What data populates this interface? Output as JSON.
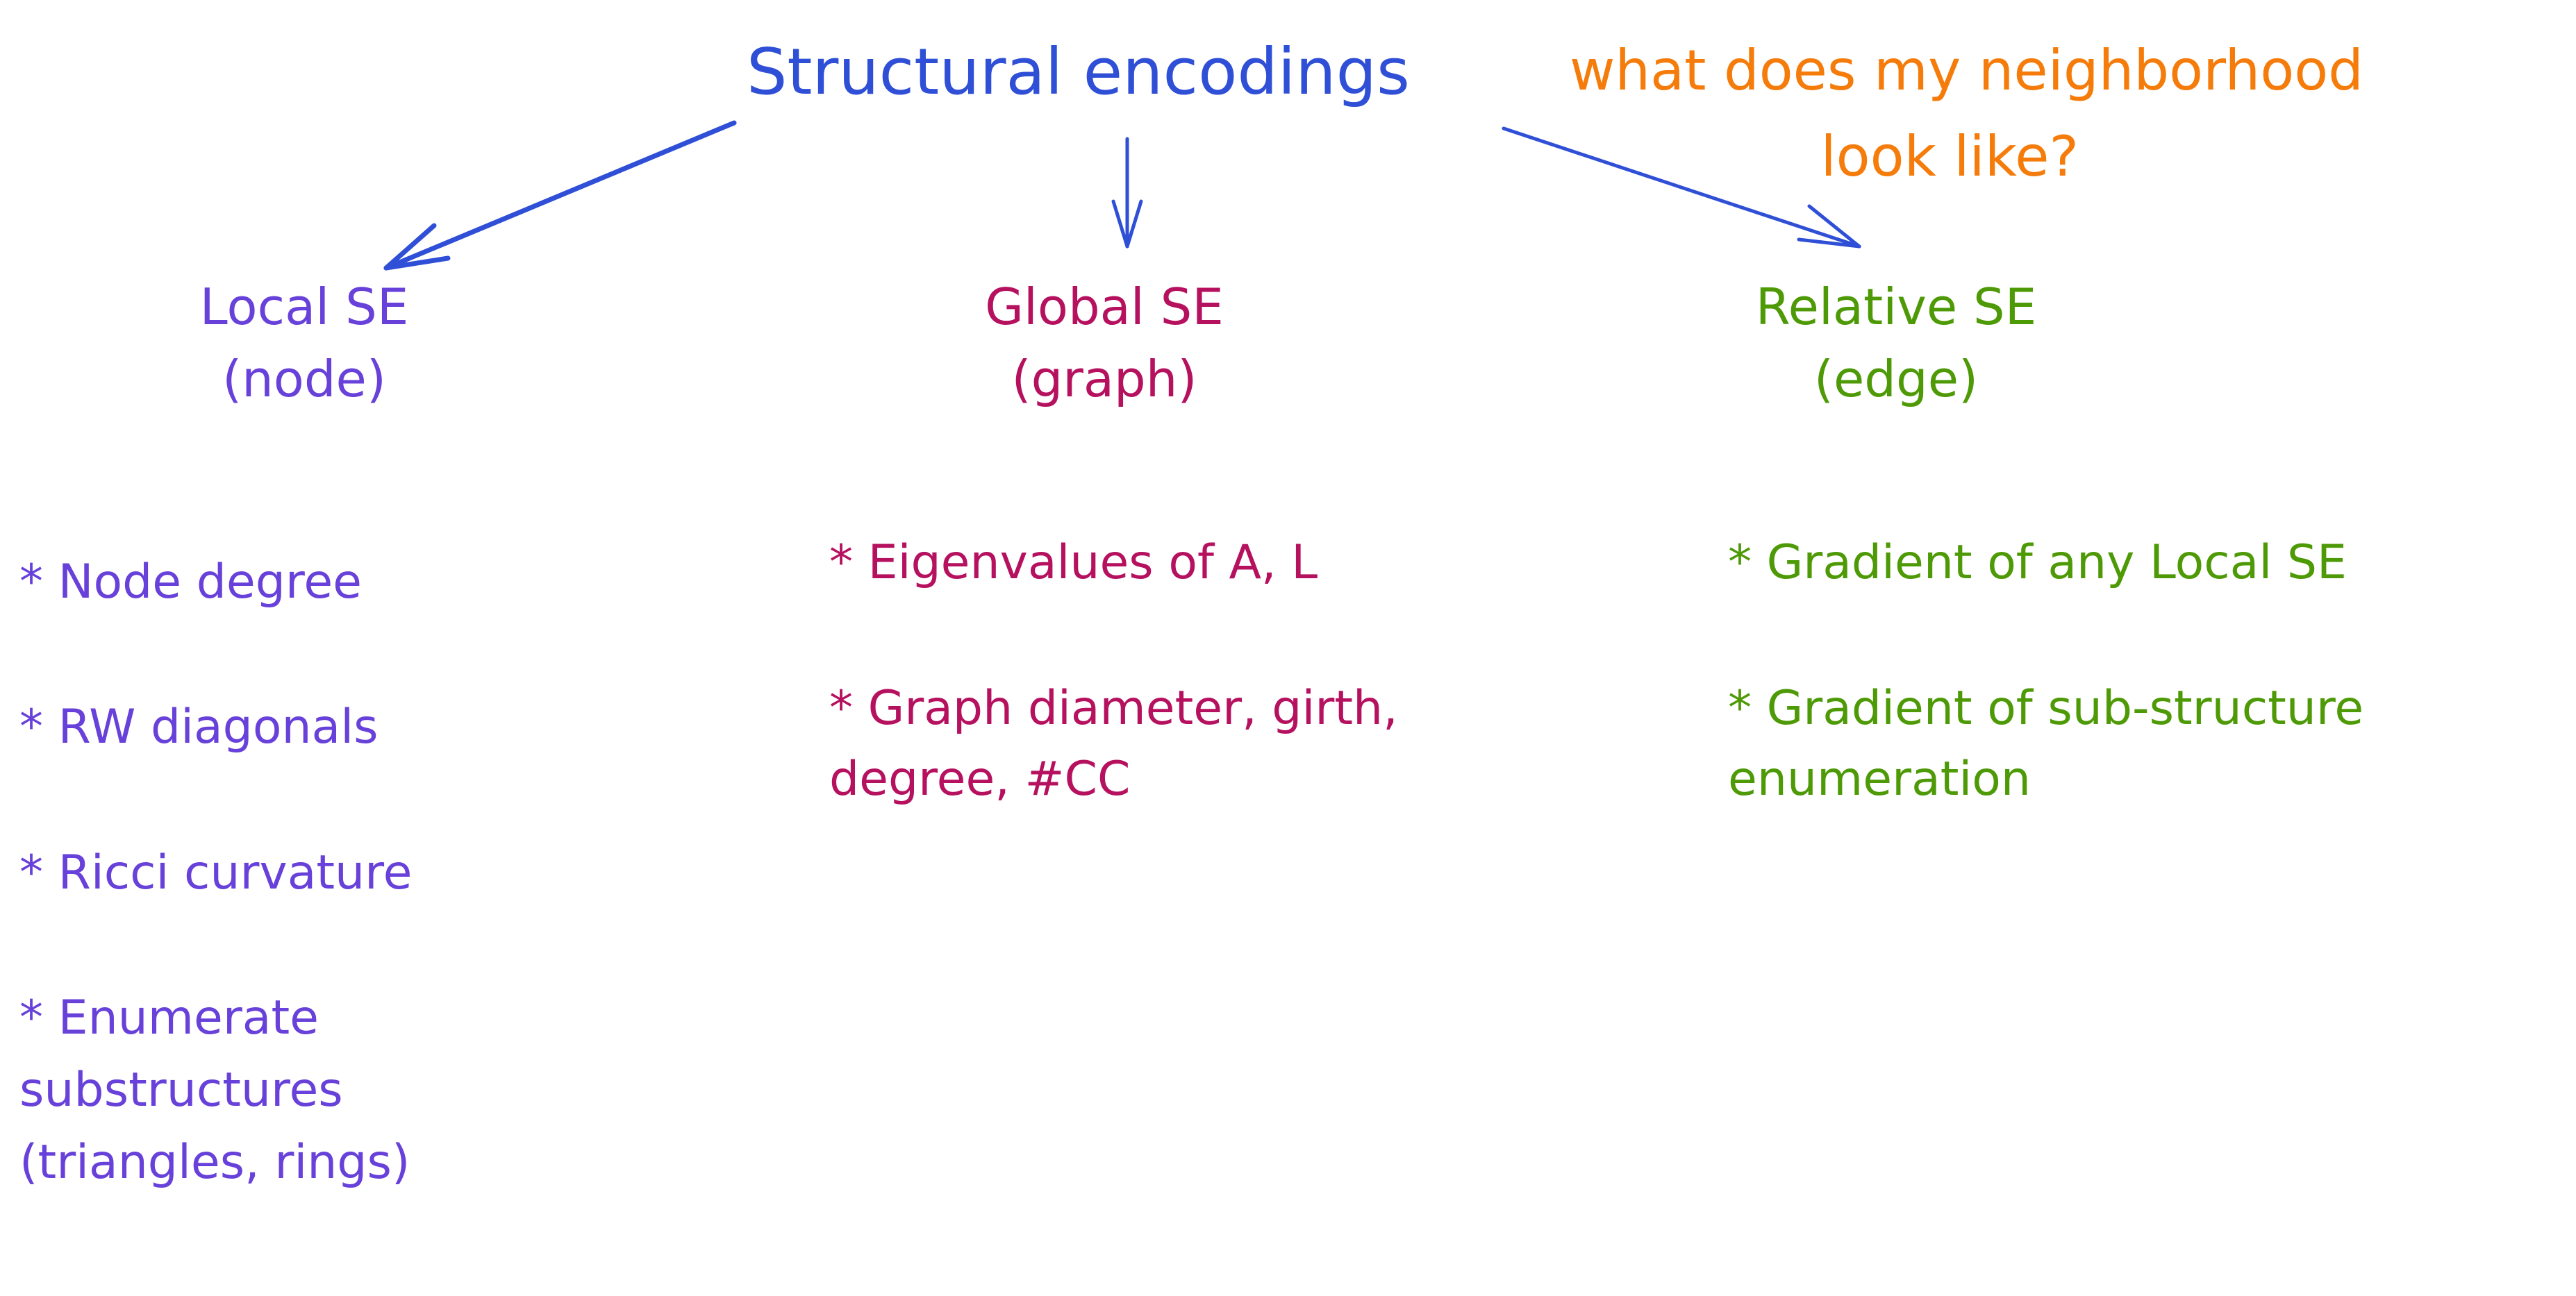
{
  "title": "Structural encodings",
  "question": {
    "line1": "what does my neighborhood",
    "line2": "look like?"
  },
  "colors": {
    "title": "#2f4fd6",
    "question": "#f57c0a",
    "local": "#6741d9",
    "global": "#b5115f",
    "relative": "#4e9a06"
  },
  "local": {
    "heading": "Local SE",
    "sub": "(node)",
    "items": [
      "* Node degree",
      "* RW diagonals",
      "* Ricci curvature",
      "* Enumerate\nsubstructures\n(triangles, rings)"
    ]
  },
  "global": {
    "heading": "Global SE",
    "sub": "(graph)",
    "items": [
      "* Eigenvalues of A, L",
      "* Graph diameter, girth,\ndegree, #CC"
    ]
  },
  "relative": {
    "heading": "Relative SE",
    "sub": "(edge)",
    "items": [
      "* Gradient of any Local SE",
      "* Gradient of sub-structure\nenumeration"
    ]
  }
}
